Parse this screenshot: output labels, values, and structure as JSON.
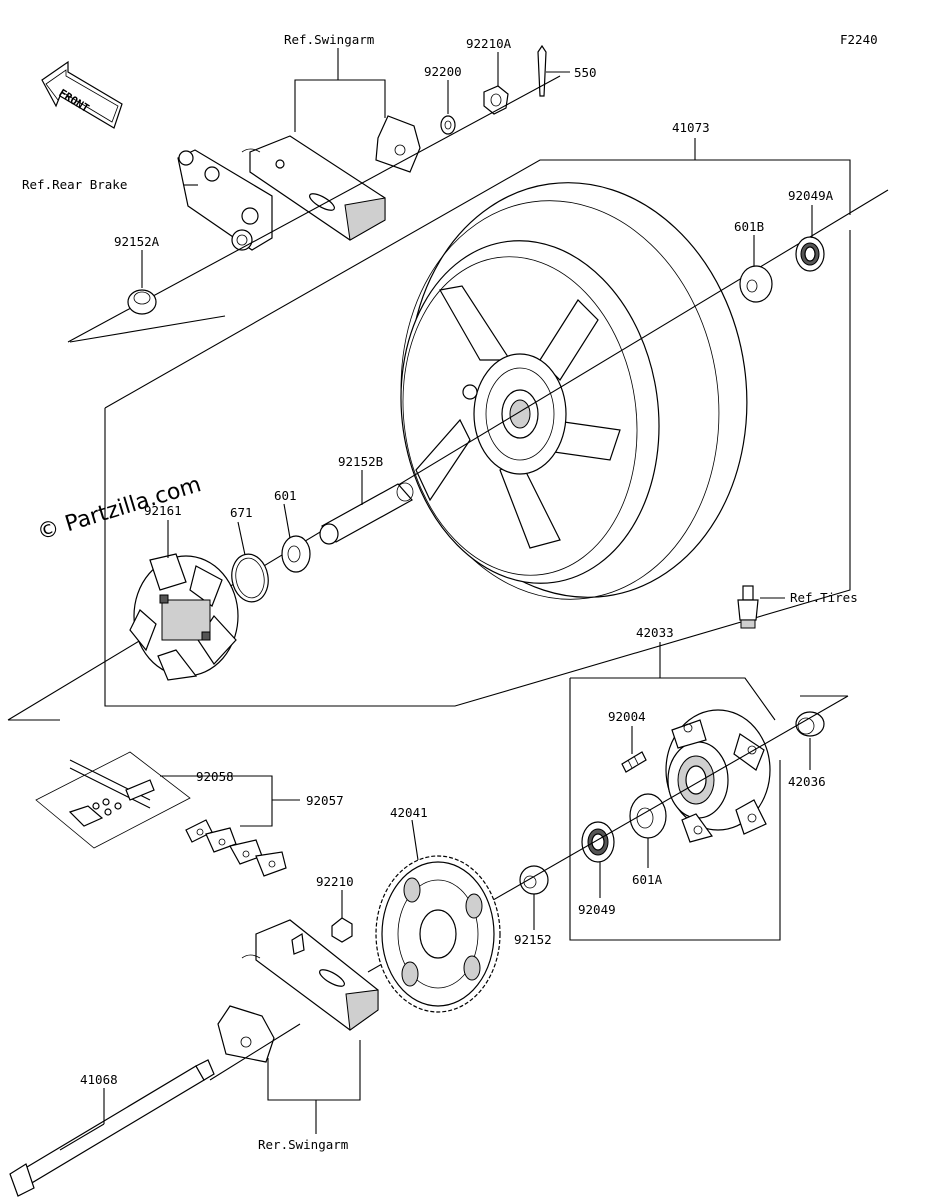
{
  "figure_code": "F2240",
  "watermark": "© Partzilla.com",
  "front_label": "FRONT",
  "labels": {
    "ref_swingarm_top": "Ref.Swingarm",
    "ref_rear_brake": "Ref.Rear Brake",
    "ref_tires": "Ref.Tires",
    "rer_swingarm": "Rer.Swingarm",
    "p92210A": "92210A",
    "p92200": "92200",
    "p550": "550",
    "p41073": "41073",
    "p92049A": "92049A",
    "p601B": "601B",
    "p92152A": "92152A",
    "p92152B": "92152B",
    "p92161": "92161",
    "p671": "671",
    "p601": "601",
    "p42033": "42033",
    "p92004": "92004",
    "p42036": "42036",
    "p92058": "92058",
    "p92057": "92057",
    "p42041": "42041",
    "p92210": "92210",
    "p601A": "601A",
    "p92049": "92049",
    "p92152": "92152",
    "p41068": "41068"
  }
}
